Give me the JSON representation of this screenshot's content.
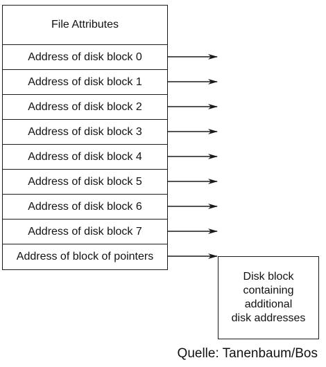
{
  "inode": {
    "header": "File Attributes",
    "rows": [
      "Address of disk block 0",
      "Address of disk block 1",
      "Address of disk block 2",
      "Address of disk block 3",
      "Address of disk block 4",
      "Address of disk block 5",
      "Address of disk block 6",
      "Address of disk block 7",
      "Address of block of pointers"
    ]
  },
  "disk_block": {
    "text": "Disk block\ncontaining\nadditional\ndisk addresses"
  },
  "source": "Quelle: Tanenbaum/Bos"
}
